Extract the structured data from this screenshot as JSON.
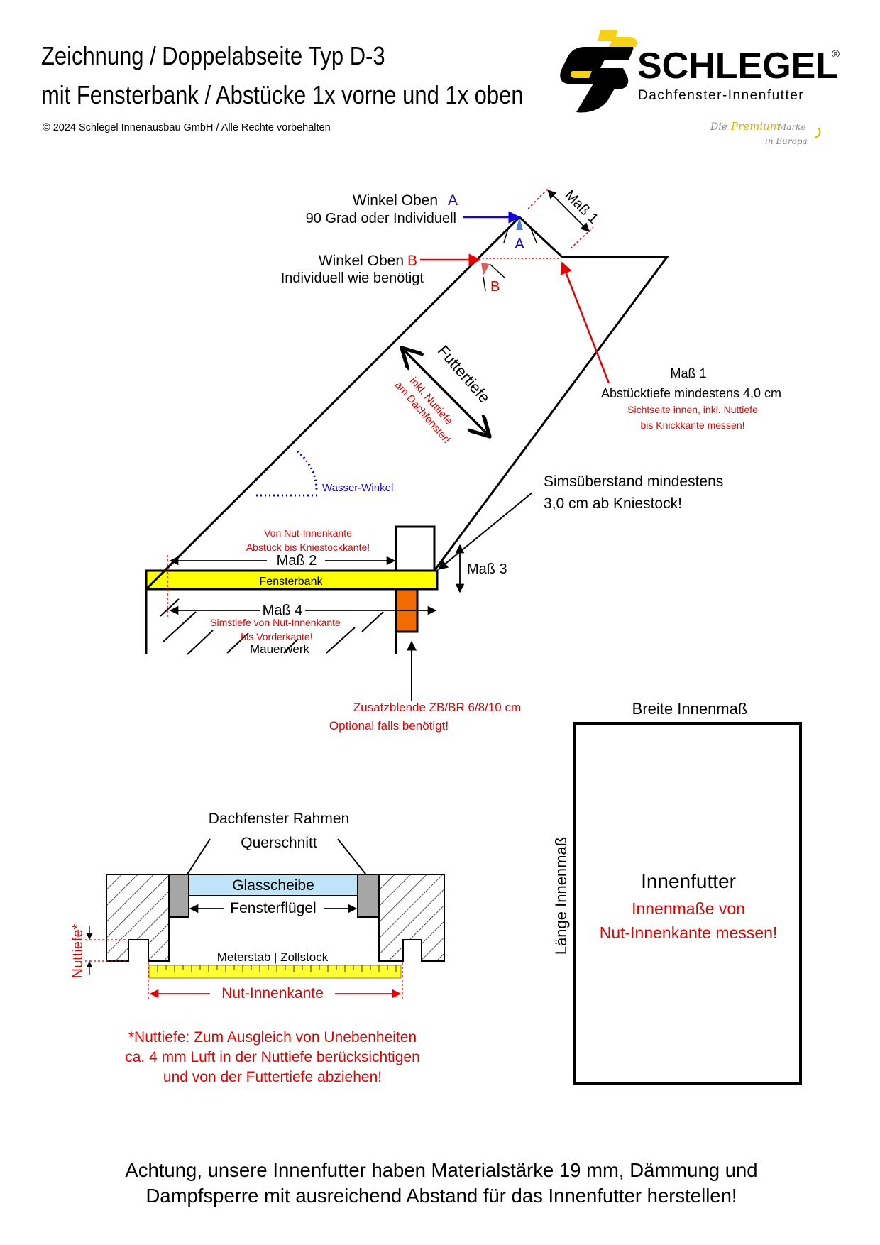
{
  "header": {
    "title_line1": "Zeichnung / Doppelabseite Typ D-3",
    "title_line2": "mit Fensterbank / Abstücke 1x vorne und 1x oben",
    "copyright": "© 2024 Schlegel Innenausbau GmbH / Alle Rechte vorbehalten"
  },
  "logo": {
    "name": "SCHLEGEL",
    "registered": "®",
    "subtitle": "Dachfenster-Innenfutter",
    "tagline_die": "Die",
    "tagline_premium": "Premium",
    "tagline_marke": "Marke",
    "tagline_europa": "in Europa",
    "colors": {
      "yellow": "#f7d117",
      "black": "#000000",
      "gold": "#d9b800"
    }
  },
  "main_drawing": {
    "winkel_a_title": "Winkel Oben",
    "winkel_a_letter": "A",
    "winkel_a_sub": "90 Grad oder Individuell",
    "winkel_b_title": "Winkel Oben",
    "winkel_b_letter": "B",
    "winkel_b_sub": "Individuell wie benötigt",
    "marker_a": "A",
    "marker_b": "B",
    "mass1_rot": "Maß 1",
    "futtertiefe": "Futtertiefe",
    "futtertiefe_note1": "inkl. Nuttiefe",
    "futtertiefe_note2": "am Dachfenster!",
    "mass1_title": "Maß 1",
    "mass1_desc": "Abstücktiefe mindestens 4,0 cm",
    "mass1_note1": "Sichtseite innen, inkl. Nuttiefe",
    "mass1_note2": "bis Knickkante messen!",
    "wasser_winkel": "Wasser-Winkel",
    "sims_line1": "Simsüberstand mindestens",
    "sims_line2": "3,0 cm ab Kniestock!",
    "mass2_note1": "Von Nut-Innenkante",
    "mass2_note2": "Abstück bis Kniestockkante!",
    "mass2": "Maß 2",
    "mass3": "Maß 3",
    "fensterbank": "Fensterbank",
    "mass4": "Maß 4",
    "mass4_note1": "Simstiefe von Nut-Innenkante",
    "mass4_note2": "bis Vorderkante!",
    "mauerwerk": "Mauerwerk",
    "zusatz1": "Zusatzblende ZB/BR 6/8/10 cm",
    "zusatz2": "Optional falls benötigt!",
    "colors": {
      "fensterbank": "#ffff00",
      "zusatzblende": "#f26b00",
      "marker_a": "#4a7fd4",
      "marker_b": "#e05a5a"
    }
  },
  "section_drawing": {
    "rahmen_line1": "Dachfenster Rahmen",
    "rahmen_line2": "Querschnitt",
    "glasscheibe": "Glasscheibe",
    "fensterfluegel": "Fensterflügel",
    "nuttiefe": "Nuttiefe*",
    "meterstab": "Meterstab | Zollstock",
    "nut_innenkante": "Nut-Innenkante",
    "note1": "*Nuttiefe: Zum Ausgleich von Unebenheiten",
    "note2": "ca. 4 mm Luft in der Nuttiefe berücksichtigen",
    "note3": "und von der Futtertiefe abziehen!",
    "colors": {
      "glass": "#bfe3f7",
      "frame_gray": "#a6a6a6",
      "ruler": "#ffff33"
    }
  },
  "innenfutter_box": {
    "breite": "Breite Innenmaß",
    "laenge": "Länge Innenmaß",
    "title": "Innenfutter",
    "note1": "Innenmaße von",
    "note2": "Nut-Innenkante messen!"
  },
  "footer": {
    "line1": "Achtung, unsere Innenfutter haben Materialstärke 19 mm, Dämmung und",
    "line2": "Dampfsperre mit ausreichend Abstand für das Innenfutter herstellen!"
  }
}
